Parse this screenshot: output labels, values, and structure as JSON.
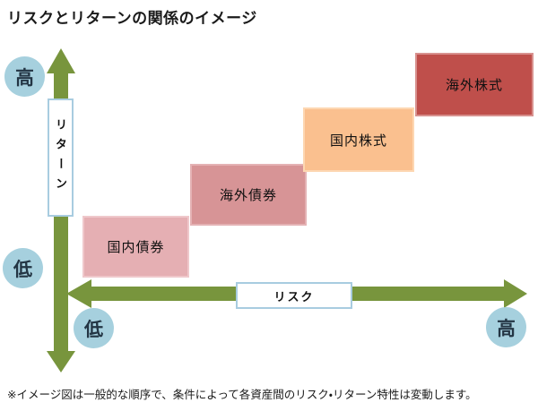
{
  "title": "リスクとリターンの関係のイメージ",
  "footnote": "※イメージ図は一般的な順序で、条件によって各資産間のリスク・リターン特性は変動します。",
  "y_axis": {
    "label": "リターン",
    "high": "高",
    "low": "低"
  },
  "x_axis": {
    "label": "リスク",
    "high": "高",
    "low": "低"
  },
  "assets": [
    {
      "label": "国内債券",
      "color": "#e5afb3",
      "border_color": "#efc8cb"
    },
    {
      "label": "海外債券",
      "color": "#d79496",
      "border_color": "#e4b2b4"
    },
    {
      "label": "国内株式",
      "color": "#fac08f",
      "border_color": "#fdd7b2"
    },
    {
      "label": "海外株式",
      "color": "#bf4f4b",
      "border_color": "#d8918e"
    }
  ],
  "colors": {
    "arrow_green": "#78953d",
    "circle_blue": "#a6d0de",
    "label_box_border": "#a8cce0"
  }
}
